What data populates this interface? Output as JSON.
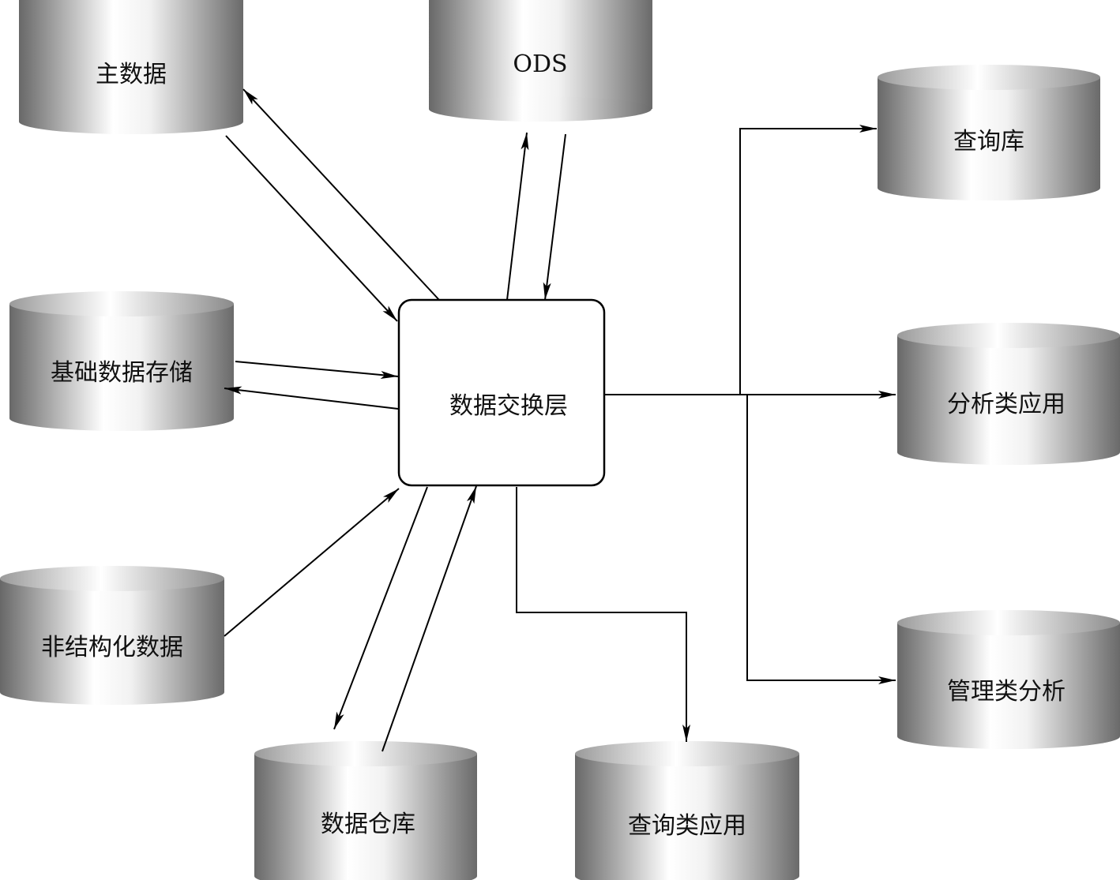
{
  "hub": {
    "label": "数据交换层"
  },
  "databases": {
    "master_data": "主数据",
    "ods": "ODS",
    "query_db": "查询库",
    "basic_storage": "基础数据存储",
    "analysis_apps": "分析类应用",
    "unstructured": "非结构化数据",
    "management_analysis": "管理类分析",
    "data_warehouse": "数据仓库",
    "query_apps": "查询类应用"
  }
}
